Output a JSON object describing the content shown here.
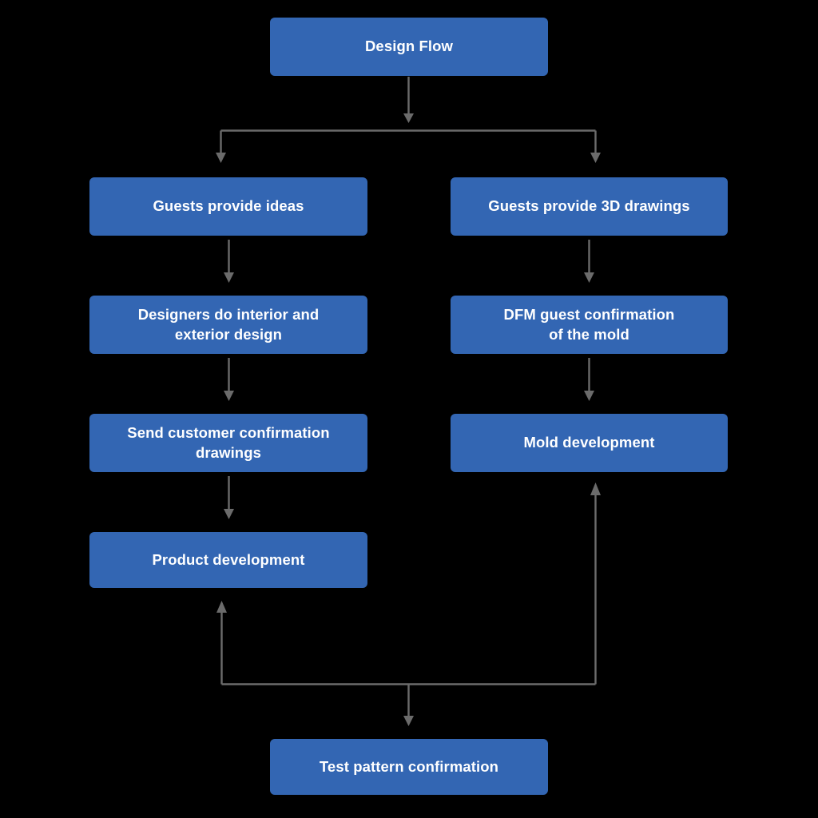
{
  "diagram": {
    "title": "Design Flow",
    "background_color": "#000000",
    "node_color": "#3366B3",
    "node_text_color": "#FFFFFF",
    "connector_color": "#6B6B6B",
    "nodes": [
      {
        "id": "design-flow",
        "label": "Design Flow"
      },
      {
        "id": "guests-ideas",
        "label": "Guests provide ideas"
      },
      {
        "id": "guests-3d",
        "label": "Guests provide 3D drawings"
      },
      {
        "id": "designers",
        "label": "Designers do interior and\nexterior design"
      },
      {
        "id": "dfm",
        "label": "DFM guest confirmation\nof the mold"
      },
      {
        "id": "send-drawings",
        "label": "Send customer confirmation\ndrawings"
      },
      {
        "id": "mold-dev",
        "label": "Mold development"
      },
      {
        "id": "product-dev",
        "label": "Product development"
      },
      {
        "id": "test-pattern",
        "label": "Test pattern confirmation"
      }
    ],
    "edges": [
      {
        "from": "design-flow",
        "to": "guests-ideas",
        "style": "split-left"
      },
      {
        "from": "design-flow",
        "to": "guests-3d",
        "style": "split-right"
      },
      {
        "from": "guests-ideas",
        "to": "designers",
        "style": "straight-down"
      },
      {
        "from": "guests-3d",
        "to": "dfm",
        "style": "straight-down"
      },
      {
        "from": "designers",
        "to": "send-drawings",
        "style": "straight-down"
      },
      {
        "from": "dfm",
        "to": "mold-dev",
        "style": "straight-down"
      },
      {
        "from": "send-drawings",
        "to": "product-dev",
        "style": "straight-down"
      },
      {
        "from": "test-pattern",
        "to": "product-dev",
        "style": "elbow-up-left"
      },
      {
        "from": "test-pattern",
        "to": "mold-dev",
        "style": "elbow-up-right"
      },
      {
        "from": "merge-bus",
        "to": "test-pattern",
        "style": "straight-down"
      }
    ]
  }
}
